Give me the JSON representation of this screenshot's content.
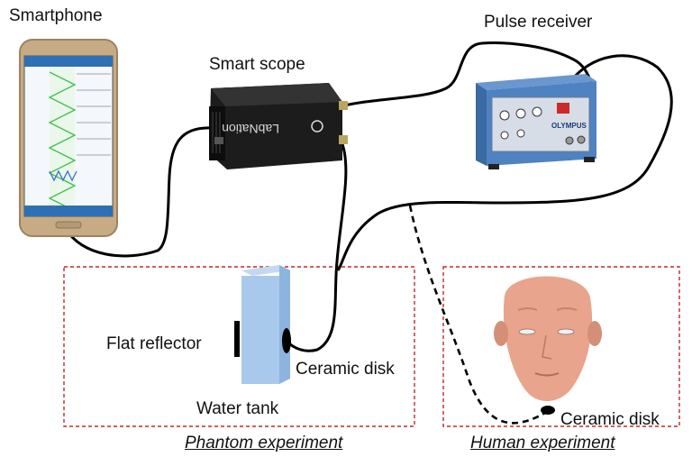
{
  "labels": {
    "smartphone": "Smartphone",
    "smart_scope": "Smart scope",
    "pulse_receiver": "Pulse receiver",
    "flat_reflector": "Flat reflector",
    "ceramic_disk_phantom": "Ceramic disk",
    "water_tank": "Water tank",
    "ceramic_disk_human": "Ceramic disk",
    "scope_brand": "LabNation",
    "receiver_brand": "OLYMPUS"
  },
  "captions": {
    "phantom": "Phantom experiment",
    "human": "Human experiment"
  },
  "colors": {
    "cable": "#000000",
    "dashed_box": "#c0282d",
    "water_tank": "#a9c9ec",
    "receiver_body": "#4f82c0",
    "face_skin": "#e8a48c",
    "waveform": "#3fc04a"
  },
  "icons": [
    "smartphone-icon",
    "oscilloscope-icon",
    "pulse-receiver-icon",
    "water-tank-icon",
    "head-model-icon"
  ]
}
